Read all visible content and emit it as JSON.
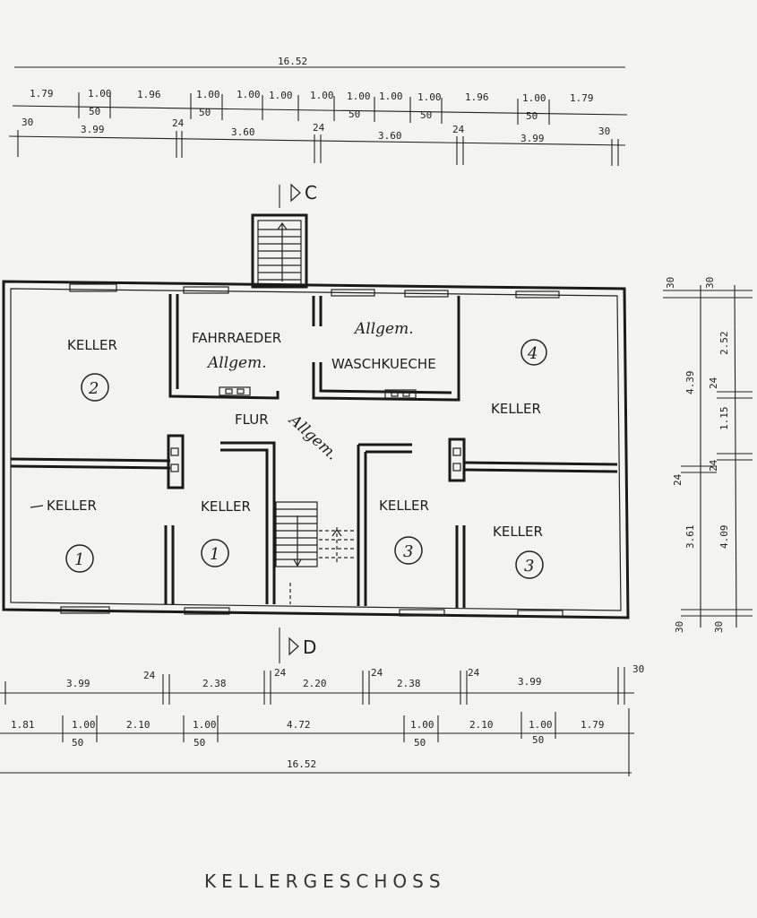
{
  "top_dims": {
    "overall": "16.52",
    "row1": [
      "1.79",
      "1.00",
      "1.96",
      "1.00",
      "1.00",
      "1.00",
      "1.00",
      "1.00",
      "1.00",
      "1.00",
      "1.96",
      "1.00",
      "1.79"
    ],
    "row1_sub": [
      "50",
      "50",
      "50",
      "50",
      "50"
    ],
    "row2": [
      "30",
      "3.99",
      "24",
      "3.60",
      "24",
      "3.60",
      "24",
      "3.99",
      "30"
    ]
  },
  "section_markers": {
    "top": "C",
    "bottom": "D"
  },
  "rooms": {
    "keller2": {
      "label": "KELLER",
      "number": "2"
    },
    "fahrraeder": {
      "label": "FAHRRAEDER",
      "note": "Allgem."
    },
    "waschkueche": {
      "label": "WASCHKUECHE",
      "note": "Allgem."
    },
    "keller4": {
      "label": "KELLER",
      "number": "4"
    },
    "flur": {
      "label": "FLUR",
      "note": "Allgem."
    },
    "keller1a": {
      "label": "KELLER",
      "number": "1"
    },
    "keller1b": {
      "label": "KELLER",
      "number": "1"
    },
    "keller3a": {
      "label": "KELLER",
      "number": "3"
    },
    "keller3b": {
      "label": "KELLER",
      "number": "3"
    }
  },
  "bottom_dims": {
    "row1": [
      "3.99",
      "24",
      "2.38",
      "24",
      "2.20",
      "24",
      "2.38",
      "24",
      "3.99",
      "30"
    ],
    "row2": [
      "1.81",
      "1.00",
      "2.10",
      "1.00",
      "4.72",
      "1.00",
      "2.10",
      "1.00",
      "1.79"
    ],
    "row2_sub": [
      "50",
      "50",
      "50",
      "50"
    ],
    "overall": "16.52"
  },
  "side_dims": {
    "left": [
      "30",
      "4.39",
      "24",
      "3.61",
      "30"
    ],
    "right": [
      "30",
      "2.52",
      "24",
      "1.15",
      "24",
      "4.09",
      "30"
    ]
  },
  "sheet_title": "KELLERGESCHOSS"
}
